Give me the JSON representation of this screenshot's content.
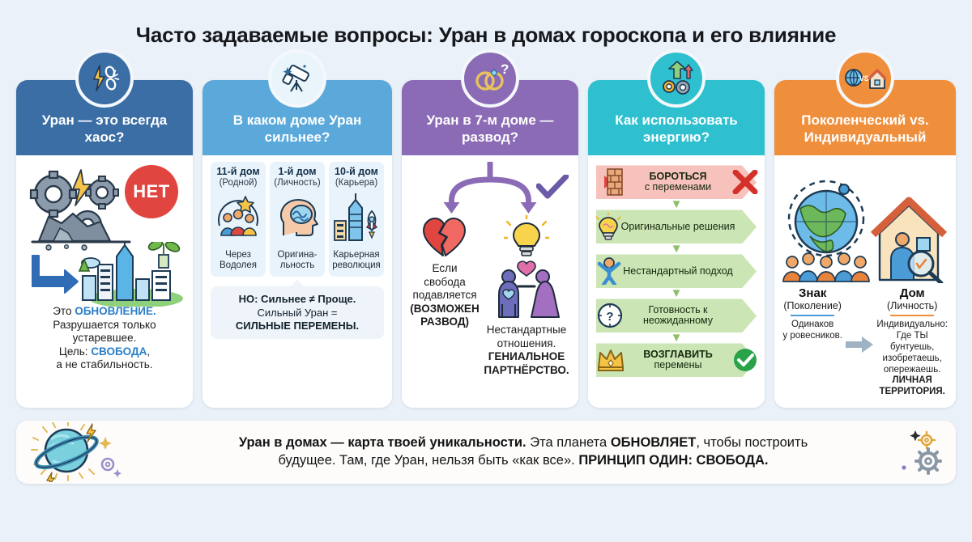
{
  "title": "Часто задаваемые вопросы: Уран в домах гороскопа и его влияние",
  "colors": {
    "page_bg": "#eaf1f8",
    "card1": "#3b6ea5",
    "card2": "#5aa9da",
    "card3": "#8b6bb5",
    "card4": "#2fc0cf",
    "card5": "#ef8f3c",
    "accent_link": "#2a7fc9",
    "no_badge": "#e0453f"
  },
  "cards": [
    {
      "id": "chaos",
      "icon": "lightning-broken-chain-icon",
      "header": "Уран — это всегда хаос?",
      "no_label": "НЕТ",
      "art_icons": [
        "gears-rubble-icon",
        "lightning-icon",
        "arrow-down-right-icon",
        "green-city-icon"
      ],
      "caption_line1_plain": "Это ",
      "caption_line1_accent": "ОБНОВЛЕНИЕ.",
      "caption_line2": "Разрушается только",
      "caption_line3": "устаревшее.",
      "caption_line4_plain": "Цель: ",
      "caption_line4_accent": "СВОБОДА",
      "caption_line4_tail": ",",
      "caption_line5": "а не стабильность."
    },
    {
      "id": "houses",
      "icon": "telescope-icon",
      "header": "В каком доме Уран сильнее?",
      "columns": [
        {
          "title": "11-й дом",
          "sub": "(Родной)",
          "icon": "group-star-icon",
          "bottom": "Через Водолея"
        },
        {
          "title": "1-й дом",
          "sub": "(Личность)",
          "icon": "head-brain-icon",
          "bottom": "Оригина-льность"
        },
        {
          "title": "10-й дом",
          "sub": "(Карьера)",
          "icon": "skyscraper-rocket-icon",
          "bottom": "Карьерная революция"
        }
      ],
      "note_line1": "НО: Сильнее ≠ Проще.",
      "note_line2": "Сильный Уран =",
      "note_line3": "СИЛЬНЫЕ ПЕРЕМЕНЫ."
    },
    {
      "id": "divorce",
      "icon": "wedding-rings-question-icon",
      "header": "Уран в 7-м доме — развод?",
      "left_icon": "broken-heart-icon",
      "right_icon": "lightbulb-icon",
      "check_icon": "purple-check-icon",
      "left_line1": "Если свобода",
      "left_line2": "подавляется",
      "left_line3": "(ВОЗМОЖЕН",
      "left_line4": "РАЗВОД)",
      "right_line1": "Нестандартные",
      "right_line2": "отношения.",
      "right_line3": "ГЕНИАЛЬНОЕ",
      "right_line4": "ПАРТНЁРСТВО."
    },
    {
      "id": "energy",
      "icon": "gears-up-arrows-icon",
      "header": "Как использовать энергию?",
      "rows": [
        {
          "icon": "brick-wall-icon",
          "bold": "БОРОТЬСЯ",
          "rest": "с переменами",
          "end": "red-x-icon",
          "tone": "red"
        },
        {
          "icon": "lightbulb-brain-icon",
          "bold": "",
          "rest": "Оригинальные решения",
          "end": "",
          "tone": "green"
        },
        {
          "icon": "person-arms-up-icon",
          "bold": "",
          "rest": "Нестандартный подход",
          "end": "",
          "tone": "green"
        },
        {
          "icon": "clock-question-icon",
          "bold": "",
          "rest": "Готовность к неожиданному",
          "end": "",
          "tone": "green"
        },
        {
          "icon": "crown-icon",
          "bold": "ВОЗГЛАВИТЬ",
          "rest": "перемены",
          "end": "green-check-icon",
          "tone": "green"
        }
      ]
    },
    {
      "id": "generation",
      "icon": "globe-vs-house-icon",
      "header": "Поколенческий vs. Индивидуальный",
      "left_icon": "globe-crowd-icon",
      "right_icon": "house-person-magnifier-icon",
      "left_title": "Знак",
      "left_sub": "(Поколение)",
      "left_text1": "Одинаков",
      "left_text2": "у ровесников.",
      "arrow_icon": "right-arrow-icon",
      "right_title": "Дом",
      "right_sub": "(Личность)",
      "right_text1": "Индивидуально:",
      "right_text2": "Где ТЫ бунтуешь,",
      "right_text3": "изобретаешь,",
      "right_text4": "опережаешь.",
      "right_text5": "ЛИЧНАЯ",
      "right_text6": "ТЕРРИТОРИЯ."
    }
  ],
  "footer": {
    "icon": "planet-uranus-icon",
    "line1_bold": "Уран в домах — карта твоей уникальности.",
    "line1_mid": " Эта планета ",
    "line1_bold2": "ОБНОВЛЯЕТ",
    "line1_tail": ", чтобы построить",
    "line2_plain": "будущее. Там, где Уран, нельзя быть «как все». ",
    "line2_bold": "ПРИНЦИП ОДИН: СВОБОДА."
  }
}
